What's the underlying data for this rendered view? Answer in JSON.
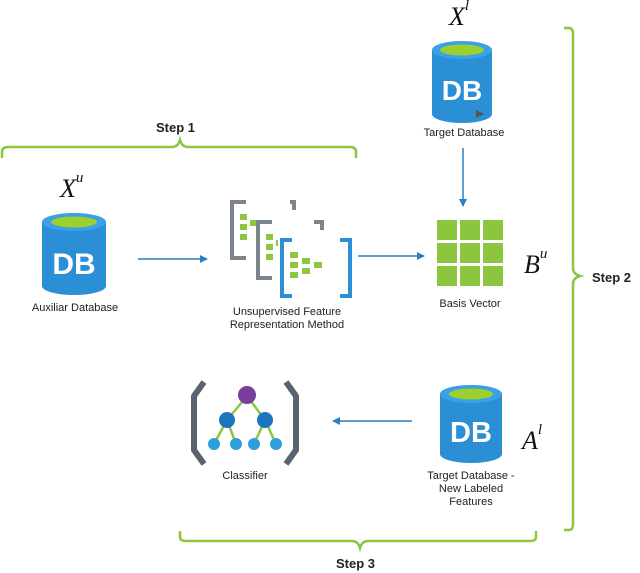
{
  "steps": {
    "step1": "Step 1",
    "step2": "Step 2",
    "step3": "Step 3"
  },
  "nodes": {
    "auxiliar": {
      "label": "Auxiliar Database",
      "symbol": "X",
      "sup": "u",
      "db_text": "DB"
    },
    "target": {
      "label": "Target Database",
      "symbol": "X",
      "sup": "l",
      "db_text": "DB"
    },
    "method": {
      "label_line1": "Unsupervised Feature",
      "label_line2": "Representation Method"
    },
    "basis": {
      "label": "Basis Vector",
      "symbol": "B",
      "sup": "u"
    },
    "target_new": {
      "label_line1": "Target Database -",
      "label_line2": "New Labeled",
      "label_line3": "Features",
      "symbol": "A",
      "sup": "l",
      "db_text": "DB"
    },
    "classifier": {
      "label": "Classifier"
    }
  },
  "colors": {
    "db_body": "#2b8fd6",
    "db_top": "#9bd02e",
    "bracket": "#8cc63f",
    "arrow": "#2a7fc1",
    "basis": "#8cc63f",
    "tree_root": "#7a3d9e",
    "tree_node": "#1b75bc",
    "tree_leaf": "#2f9fdc",
    "tree_edge": "#8cc63f",
    "paren": "#5a6470"
  },
  "icons": {
    "database": "database-icon",
    "feature_method": "layered-features-icon",
    "basis_grid": "grid-icon",
    "classifier": "tree-classifier-icon"
  }
}
